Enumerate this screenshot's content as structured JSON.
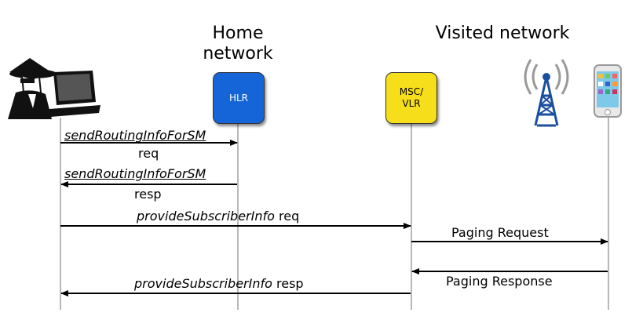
{
  "headers": {
    "home_line1": "Home",
    "home_line2": "network",
    "visited": "Visited network"
  },
  "nodes": {
    "hlr": "HLR",
    "msc_line1": "MSC/",
    "msc_line2": "VLR"
  },
  "messages": [
    {
      "op": "sendRoutingInfoForSM",
      "suffix": "req"
    },
    {
      "op": "sendRoutingInfoForSM",
      "suffix": "resp"
    },
    {
      "op": "provideSubscriberInfo",
      "suffix": " req"
    },
    {
      "text": "Paging Request"
    },
    {
      "text": "Paging Response"
    },
    {
      "op": "provideSubscriberInfo",
      "suffix": " resp"
    }
  ],
  "colors": {
    "hlr": "#1565d8",
    "msc_vlr": "#f7de1a",
    "tower": "#1a4fa0",
    "lifeline": "#b8b8b8"
  },
  "icons": [
    "attacker-spy-laptop-icon",
    "cell-tower-icon",
    "phone-icon"
  ]
}
